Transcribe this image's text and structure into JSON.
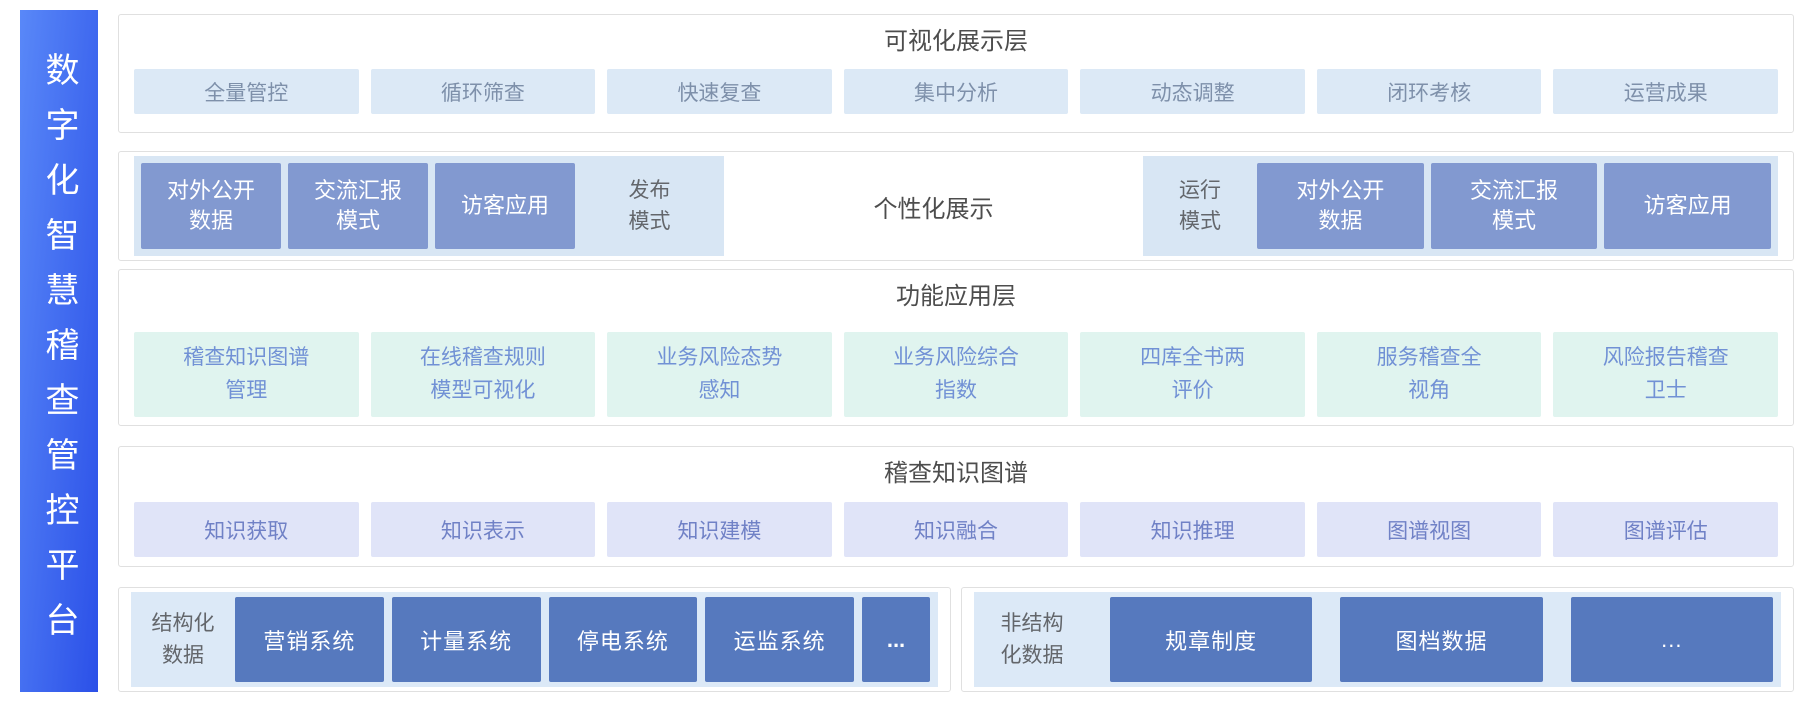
{
  "colors": {
    "sidebar-g1": "#5988F8",
    "sidebar-g2": "#2B50E8",
    "border-gray": "#E0E0E0",
    "title-gray": "#4D4D4D",
    "label-gray": "#63666B",
    "chip-blue-bg": "#DCE9F6",
    "chip-blue-text": "#7E90AA",
    "chip-mint-bg": "#E0F4EF",
    "chip-mint-text": "#7191D5",
    "chip-lav-bg": "#E0E4F8",
    "chip-lav-text": "#7081C6",
    "panel-blue": "#D8E6F4",
    "panel-blue2": "#DCE9F7",
    "box-periwinkle": "#8299D0",
    "box-steel": "#5679BE",
    "box-text": "#FFFFFF"
  },
  "sidebar": {
    "title": "数字化智慧稽查管控平台"
  },
  "layer_visualization": {
    "title": "可视化展示层",
    "items": [
      "全量管控",
      "循环筛查",
      "快速复查",
      "集中分析",
      "动态调整",
      "闭环考核",
      "运营成果"
    ]
  },
  "layer_display": {
    "publish_boxes": [
      "对外公开\n数据",
      "交流汇报\n模式",
      "访客应用"
    ],
    "publish_label": "发布\n模式",
    "center_label": "个性化展示",
    "run_label": "运行\n模式",
    "run_boxes": [
      "对外公开\n数据",
      "交流汇报\n模式",
      "访客应用"
    ]
  },
  "layer_function": {
    "title": "功能应用层",
    "items": [
      "稽查知识图谱\n管理",
      "在线稽查规则\n模型可视化",
      "业务风险态势\n感知",
      "业务风险综合\n指数",
      "四库全书两\n评价",
      "服务稽查全\n视角",
      "风险报告稽查\n卫士"
    ]
  },
  "layer_knowledge": {
    "title": "稽查知识图谱",
    "items": [
      "知识获取",
      "知识表示",
      "知识建模",
      "知识融合",
      "知识推理",
      "图谱视图",
      "图谱评估"
    ]
  },
  "layer_data": {
    "structured": {
      "label": "结构化\n数据",
      "boxes": [
        "营销系统",
        "计量系统",
        "停电系统",
        "运监系统",
        "..."
      ]
    },
    "unstructured": {
      "label": "非结构\n化数据",
      "boxes": [
        "规章制度",
        "图档数据",
        "..."
      ]
    }
  }
}
